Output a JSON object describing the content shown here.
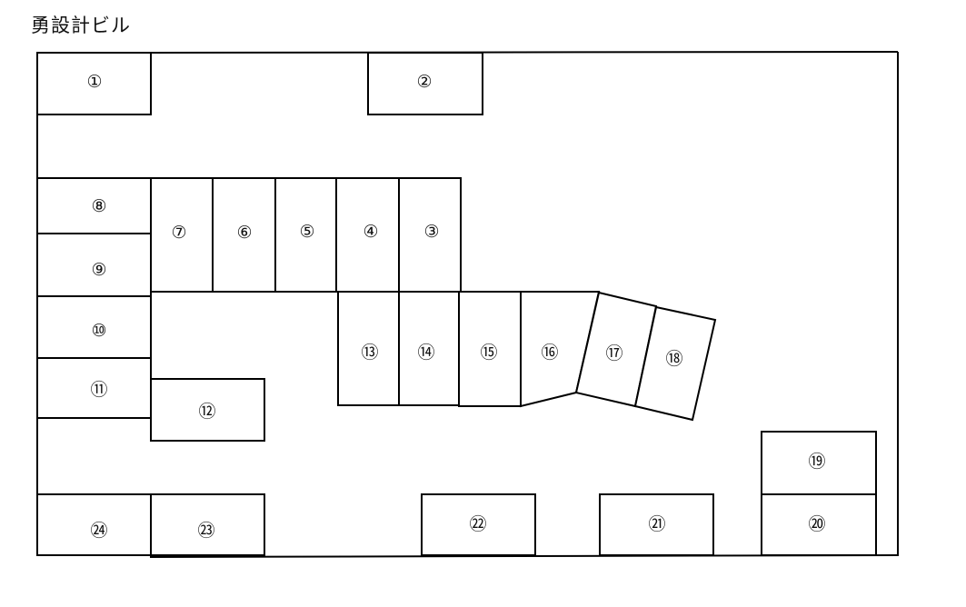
{
  "title": "勇設計ビル",
  "spaces": [
    {
      "id": "space-1",
      "label": "①"
    },
    {
      "id": "space-2",
      "label": "②"
    },
    {
      "id": "space-3",
      "label": "③"
    },
    {
      "id": "space-4",
      "label": "④"
    },
    {
      "id": "space-5",
      "label": "⑤"
    },
    {
      "id": "space-6",
      "label": "⑥"
    },
    {
      "id": "space-7",
      "label": "⑦"
    },
    {
      "id": "space-8",
      "label": "⑧"
    },
    {
      "id": "space-9",
      "label": "⑨"
    },
    {
      "id": "space-10",
      "label": "⑩"
    },
    {
      "id": "space-11",
      "label": "⑪"
    },
    {
      "id": "space-12",
      "label": "⑫"
    },
    {
      "id": "space-13",
      "label": "⑬"
    },
    {
      "id": "space-14",
      "label": "⑭"
    },
    {
      "id": "space-15",
      "label": "⑮"
    },
    {
      "id": "space-16",
      "label": "⑯"
    },
    {
      "id": "space-17",
      "label": "⑰"
    },
    {
      "id": "space-18",
      "label": "⑱"
    },
    {
      "id": "space-19",
      "label": "⑲"
    },
    {
      "id": "space-20",
      "label": "⑳"
    },
    {
      "id": "space-21",
      "label": "㉑"
    },
    {
      "id": "space-22",
      "label": "㉒"
    },
    {
      "id": "space-23",
      "label": "㉓"
    },
    {
      "id": "space-24",
      "label": "㉔"
    }
  ]
}
